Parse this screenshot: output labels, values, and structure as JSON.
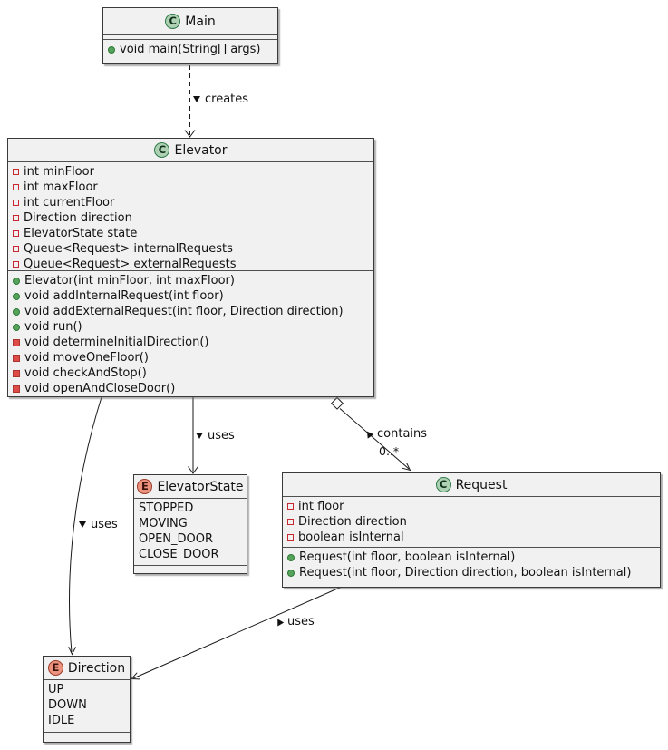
{
  "diagram_type": "uml-class-diagram",
  "colors": {
    "box_fill": "#F1F1F1",
    "class_badge_fill": "#ADD1B2",
    "enum_badge_fill": "#EB937F",
    "private_red": "#C82930",
    "public_green": "#57A35C",
    "edge_black": "#1a1a1a"
  },
  "classes": {
    "main": {
      "badge": "C",
      "name": "Main",
      "methods": [
        "void main(String[] args)"
      ]
    },
    "elevator": {
      "badge": "C",
      "name": "Elevator",
      "fields": [
        "int minFloor",
        "int maxFloor",
        "int currentFloor",
        "Direction direction",
        "ElevatorState state",
        "Queue<Request> internalRequests",
        "Queue<Request> externalRequests"
      ],
      "methods": [
        "Elevator(int minFloor, int maxFloor)",
        "void addInternalRequest(int floor)",
        "void addExternalRequest(int floor, Direction direction)",
        "void run()",
        "void determineInitialDirection()",
        "void moveOneFloor()",
        "void checkAndStop()",
        "void openAndCloseDoor()"
      ]
    },
    "elevatorState": {
      "badge": "E",
      "name": "ElevatorState",
      "values": [
        "STOPPED",
        "MOVING",
        "OPEN_DOOR",
        "CLOSE_DOOR"
      ]
    },
    "request": {
      "badge": "C",
      "name": "Request",
      "fields": [
        "int floor",
        "Direction direction",
        "boolean isInternal"
      ],
      "methods": [
        "Request(int floor, boolean isInternal)",
        "Request(int floor, Direction direction, boolean isInternal)"
      ]
    },
    "direction": {
      "badge": "E",
      "name": "Direction",
      "values": [
        "UP",
        "DOWN",
        "IDLE"
      ]
    }
  },
  "edges": {
    "creates": {
      "label": "creates",
      "from": "Main",
      "to": "Elevator",
      "style": "dashed-arrow"
    },
    "uses_state": {
      "label": "uses",
      "from": "Elevator",
      "to": "ElevatorState",
      "style": "arrow"
    },
    "contains": {
      "label": "contains",
      "multiplicity": "0..*",
      "from": "Elevator",
      "to": "Request",
      "style": "aggregation-arrow"
    },
    "uses_direction": {
      "label": "uses",
      "from": "Elevator",
      "to": "Direction",
      "style": "arrow"
    },
    "request_uses": {
      "label": "uses",
      "from": "Request",
      "to": "Direction",
      "style": "arrow"
    }
  }
}
